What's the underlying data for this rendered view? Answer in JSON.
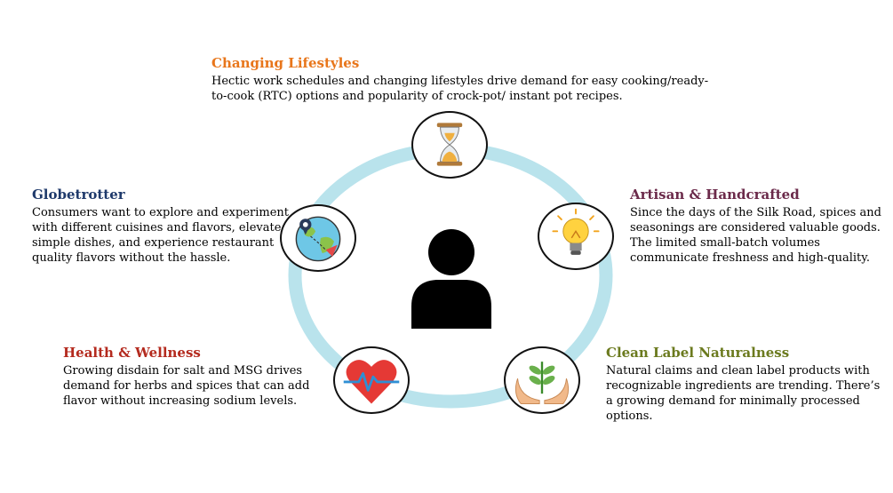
{
  "person": {
    "icon": "person-silhouette-icon"
  },
  "ring": {
    "color": "#b9e3ec"
  },
  "trends": {
    "changing_lifestyles": {
      "title": "Changing Lifestyles",
      "color": "#e8761b",
      "icon": "hourglass-icon",
      "text_line1": "Hectic work schedules and changing lifestyles drive demand for easy cooking/ready-",
      "text_line2": "to-cook (RTC) options and popularity of crock-pot/ instant pot recipes."
    },
    "globetrotter": {
      "title": "Globetrotter",
      "color": "#1f3a6b",
      "icon": "globe-location-icon",
      "text_line1": "Consumers want to explore and experiment",
      "text_line2": "with different cuisines and flavors, elevate",
      "text_line3": "simple dishes, and experience restaurant",
      "text_line4": "quality flavors without the hassle."
    },
    "artisan": {
      "title": "Artisan & Handcrafted",
      "color": "#6b2a4a",
      "icon": "lightbulb-icon",
      "text_line1": "Since the days of the Silk Road, spices and",
      "text_line2": "seasonings are considered valuable goods.",
      "text_line3": "The limited small-batch volumes",
      "text_line4": "communicate freshness and high-quality."
    },
    "health": {
      "title": "Health & Wellness",
      "color": "#b42a1e",
      "icon": "heart-pulse-icon",
      "text_line1": "Growing disdain for salt and MSG drives",
      "text_line2": "demand for herbs and spices that can add",
      "text_line3": "flavor without increasing sodium levels."
    },
    "clean_label": {
      "title": "Clean Label Naturalness",
      "color": "#6b7a1e",
      "icon": "hands-plant-icon",
      "text_line1": "Natural claims and clean label products with",
      "text_line2": "recognizable ingredients are trending. There’s",
      "text_line3": "a growing demand for minimally processed",
      "text_line4": "options."
    }
  }
}
